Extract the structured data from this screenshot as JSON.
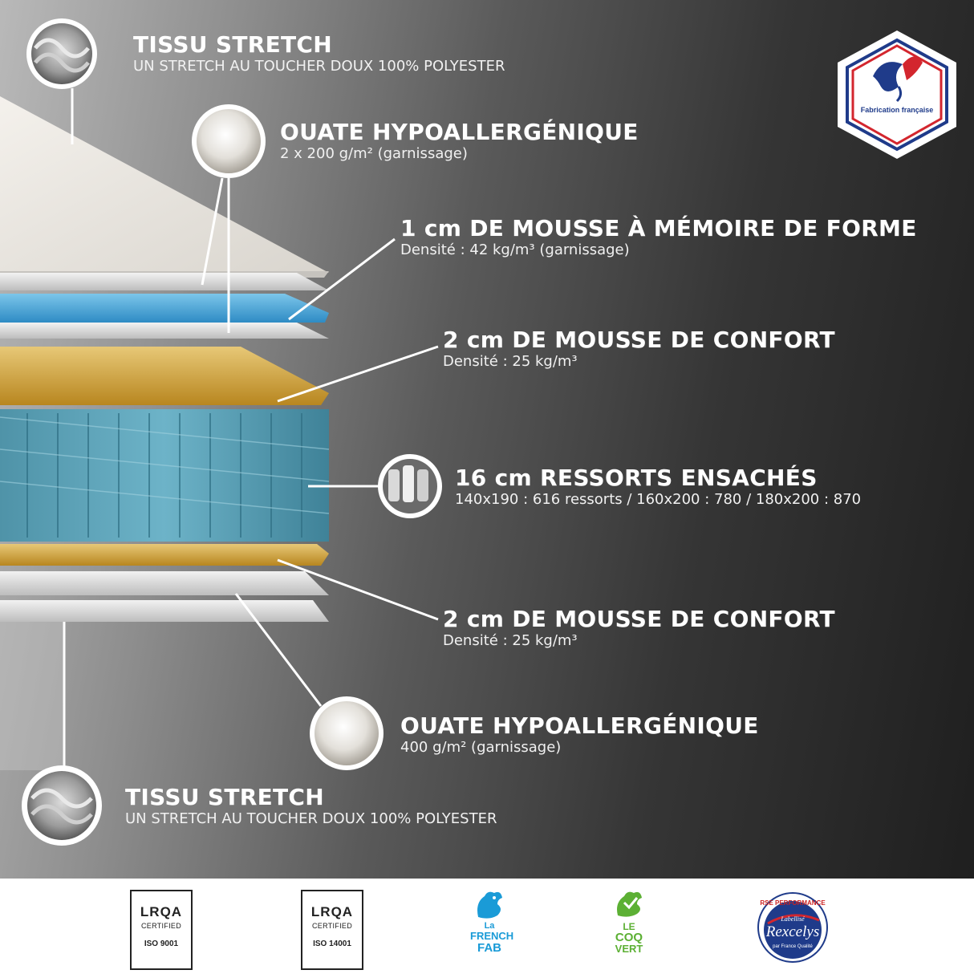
{
  "layers": [
    {
      "title": "TISSU STRETCH",
      "subtitle": "UN STRETCH AU TOUCHER DOUX 100% POLYESTER"
    },
    {
      "title": "OUATE HYPOALLERGÉNIQUE",
      "subtitle": "2 x 200 g/m² (garnissage)"
    },
    {
      "title": "1 cm DE MOUSSE À MÉMOIRE DE FORME",
      "subtitle": "Densité : 42 kg/m³ (garnissage)"
    },
    {
      "title": "2 cm DE MOUSSE DE CONFORT",
      "subtitle": "Densité : 25 kg/m³"
    },
    {
      "title": "16 cm RESSORTS ENSACHÉS",
      "subtitle": "140x190 : 616 ressorts / 160x200 : 780 / 180x200 : 870"
    },
    {
      "title": "2 cm DE MOUSSE DE CONFORT",
      "subtitle": "Densité : 25 kg/m³"
    },
    {
      "title": "OUATE HYPOALLERGÉNIQUE",
      "subtitle": "400 g/m² (garnissage)"
    },
    {
      "title": "TISSU STRETCH",
      "subtitle": "UN STRETCH AU TOUCHER DOUX 100% POLYESTER"
    }
  ],
  "badge": {
    "label": "Fabrication française"
  },
  "certifications": [
    {
      "logo": "LRQA",
      "line1": "CERTIFIED",
      "line2": "ISO 9001"
    },
    {
      "logo": "LRQA",
      "line1": "CERTIFIED",
      "line2": "ISO 14001"
    }
  ],
  "french_fab": {
    "line1": "La",
    "line2": "FRENCH",
    "line3": "FAB"
  },
  "coq_vert": {
    "line1": "LE",
    "line2": "COQ",
    "line3": "VERT"
  },
  "rexcelys": {
    "top": "RSE PERFORMANCE",
    "labelled": "Labellisé",
    "name": "Rexcelys",
    "sub": "par France Qualité"
  },
  "colors": {
    "blue": "#1f3b8a",
    "red": "#d3262e",
    "gold": "#c99a2e",
    "spring": "#5aa6c0",
    "memory": "#48a7da",
    "french_fab_blue": "#1a9bd7",
    "coq_green": "#5cb034"
  }
}
